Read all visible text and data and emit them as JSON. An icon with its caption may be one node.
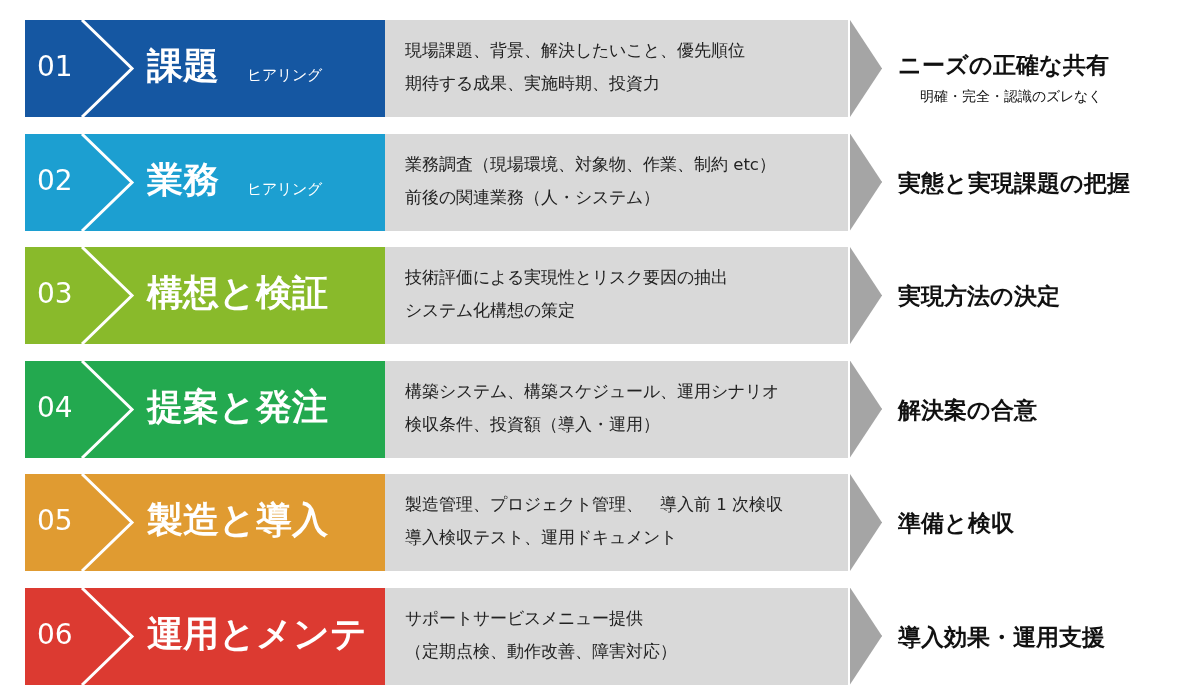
{
  "diagram": {
    "nodes": [
      {
        "text": [
          "01",
          "課題",
          "ヒアリング"
        ]
      },
      {
        "text": [
          "現場課題、背景、解決したいこと、優先順位",
          "期待する成果、実施時期、投資力"
        ]
      },
      {
        "text": [
          "ニーズの正確な共有",
          "明確・完全・認識のズレなく"
        ]
      },
      {
        "text": [
          "02",
          "業務",
          "ヒアリング"
        ]
      },
      {
        "text": [
          "業務調査（現場環境、対象物、作業、制約 etc）",
          "前後の関連業務（人・システム）"
        ]
      },
      {
        "text": [
          "実態と実現課題の把握"
        ]
      },
      {
        "text": [
          "03",
          "構想と検証"
        ]
      },
      {
        "text": [
          "技術評価による実現性とリスク要因の抽出",
          "システム化構想の策定"
        ]
      },
      {
        "text": [
          "実現方法の決定"
        ]
      },
      {
        "text": [
          "04",
          "提案と発注"
        ]
      },
      {
        "text": [
          "構築システム、構築スケジュール、運用シナリオ",
          "検収条件、投資額（導入・運用）"
        ]
      },
      {
        "text": [
          "解決案の合意"
        ]
      },
      {
        "text": [
          "05",
          "製造と導入"
        ]
      },
      {
        "text": [
          "製造管理、プロジェクト管理、　導入前 1 次検収",
          "導入検収テスト、運用ドキュメント"
        ]
      },
      {
        "text": [
          "準備と検収"
        ]
      },
      {
        "text": [
          "06",
          "運用とメンテ"
        ]
      },
      {
        "text": [
          "サポートサービスメニュー提供",
          "（定期点検、動作改善、障害対応）"
        ]
      },
      {
        "text": [
          "導入効果・運用支援"
        ]
      }
    ],
    "edges": [
      {
        "from": 1,
        "to": 2,
        "arrow": "to"
      },
      {
        "from": 4,
        "to": 5,
        "arrow": "to"
      },
      {
        "from": 7,
        "to": 8,
        "arrow": "to"
      },
      {
        "from": 10,
        "to": 11,
        "arrow": "to"
      },
      {
        "from": 13,
        "to": 14,
        "arrow": "to"
      },
      {
        "from": 16,
        "to": 17,
        "arrow": "to"
      }
    ]
  }
}
